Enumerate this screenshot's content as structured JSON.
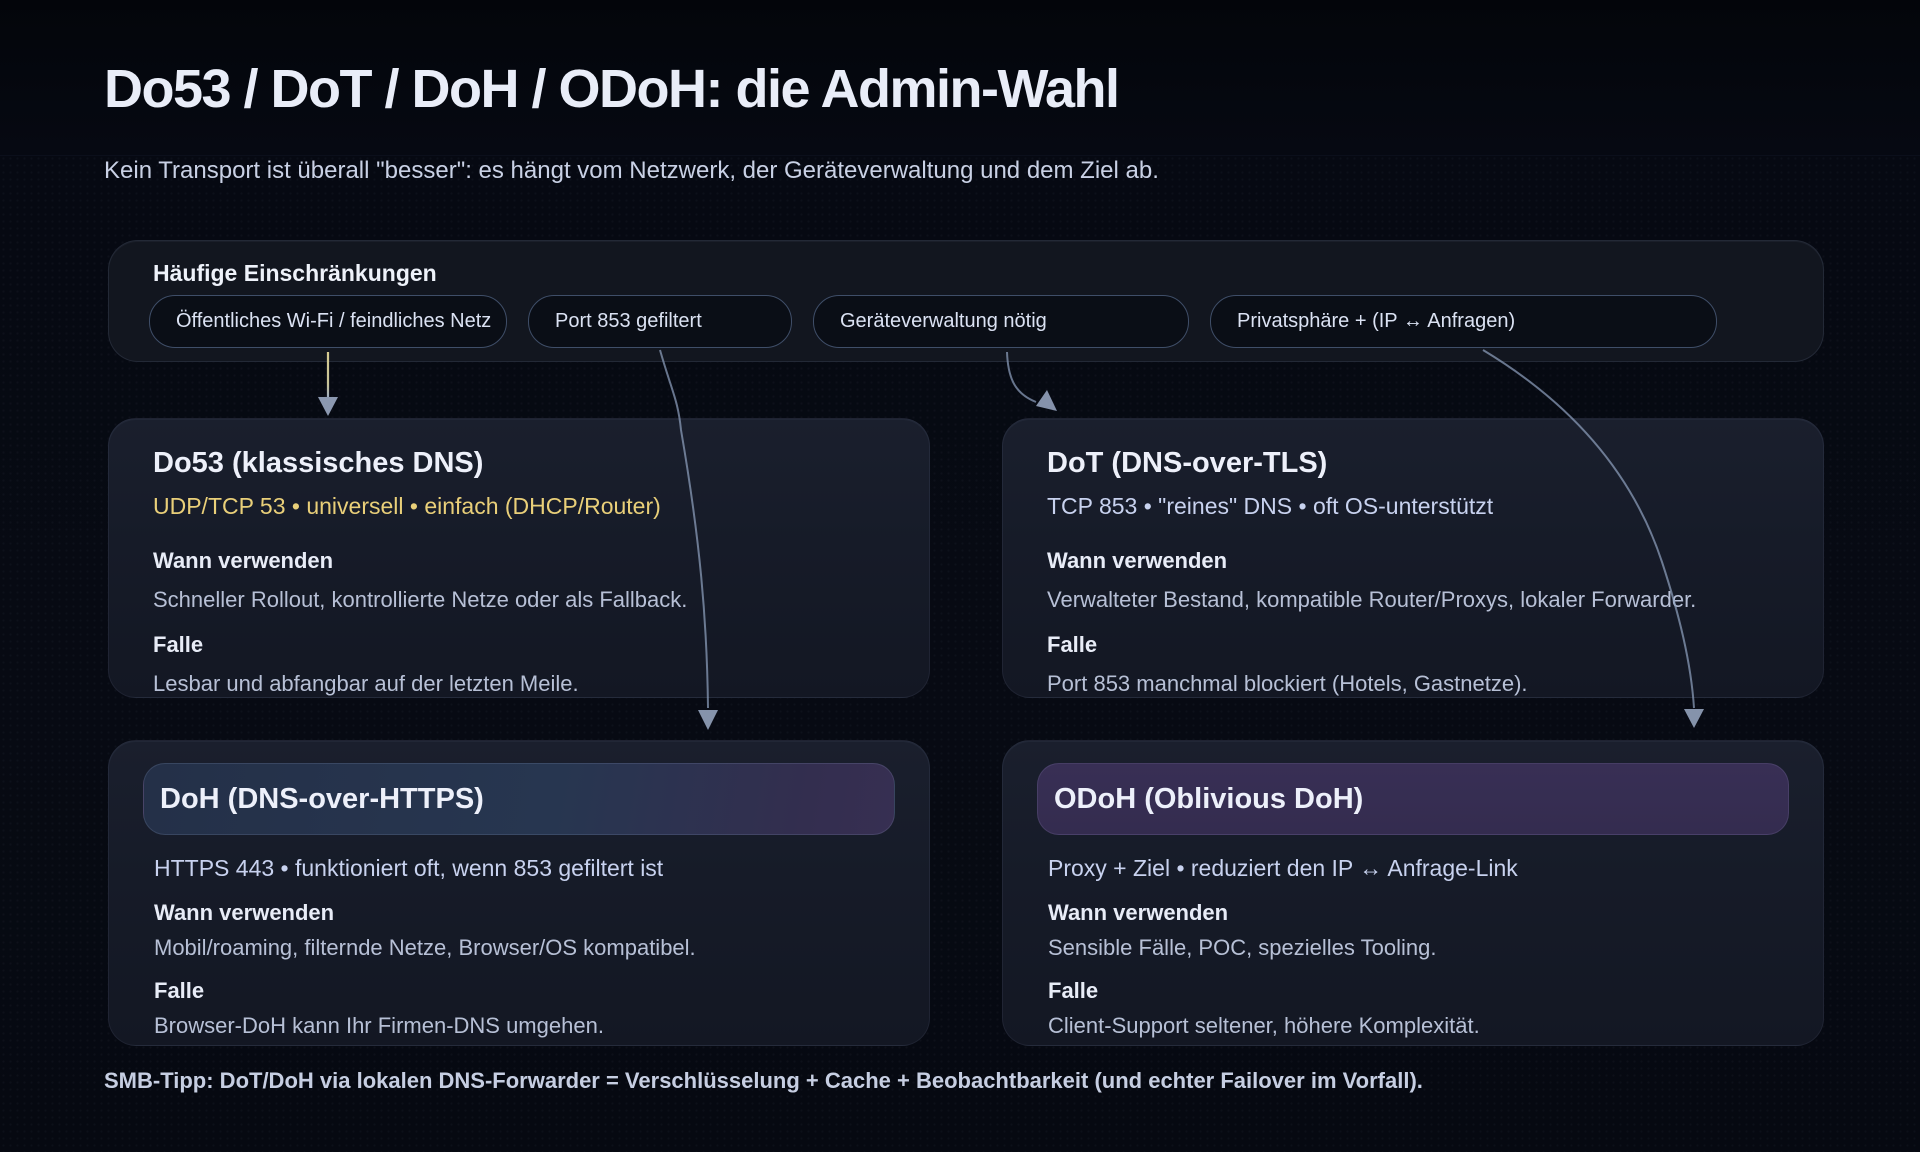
{
  "page": {
    "title": "Do53 / DoT / DoH / ODoH: die Admin-Wahl",
    "subtitle": "Kein Transport ist überall \"besser\": es hängt vom Netzwerk, der Geräteverwaltung und dem Ziel ab.",
    "footer_tip": "SMB-Tipp: DoT/DoH via lokalen DNS-Forwarder = Verschlüsselung + Cache + Beobachtbarkeit (und echter Failover im Vorfall)."
  },
  "constraints": {
    "heading": "Häufige Einschränkungen",
    "pills": [
      {
        "label": "Öffentliches Wi-Fi / feindliches Netz"
      },
      {
        "label": "Port 853 gefiltert"
      },
      {
        "label": "Geräteverwaltung nötig"
      },
      {
        "label": "Privatsphäre + (IP ↔ Anfragen)"
      }
    ]
  },
  "cards": [
    {
      "id": "do53",
      "title": "Do53 (klassisches DNS)",
      "meta": "UDP/TCP 53 • universell • einfach (DHCP/Router)",
      "when_label": "Wann verwenden",
      "when": "Schneller Rollout, kontrollierte Netze oder als Fallback.",
      "pitfall_label": "Falle",
      "pitfall": "Lesbar und abfangbar auf der letzten Meile."
    },
    {
      "id": "dot",
      "title": "DoT (DNS-over-TLS)",
      "meta": "TCP 853 • \"reines\" DNS • oft OS-unterstützt",
      "when_label": "Wann verwenden",
      "when": "Verwalteter Bestand, kompatible Router/Proxys, lokaler Forwarder.",
      "pitfall_label": "Falle",
      "pitfall": "Port 853 manchmal blockiert (Hotels, Gastnetze)."
    },
    {
      "id": "doh",
      "title": "DoH (DNS-over-HTTPS)",
      "meta": "HTTPS 443 • funktioniert oft, wenn 853 gefiltert ist",
      "when_label": "Wann verwenden",
      "when": "Mobil/roaming, filternde Netze, Browser/OS kompatibel.",
      "pitfall_label": "Falle",
      "pitfall": "Browser-DoH kann Ihr Firmen-DNS umgehen."
    },
    {
      "id": "odoh",
      "title": "ODoH (Oblivious DoH)",
      "meta": "Proxy + Ziel • reduziert den IP ↔ Anfrage-Link",
      "when_label": "Wann verwenden",
      "when": "Sensible Fälle, POC, spezielles Tooling.",
      "pitfall_label": "Falle",
      "pitfall": "Client-Support seltener, höhere Komplexität."
    }
  ],
  "colors": {
    "background": "#070a13",
    "card_background": "#171c29",
    "panel_background": "#12161f",
    "pill_border": "#3f4e68",
    "accent_do53": "#e9cf79",
    "accent_meta": "#c8d2ef",
    "heading_text": "#e9edf8",
    "body_text": "#b7c0d6",
    "arrow_line": "#8da0bd",
    "arrow_line_yellow": "#d6cb90",
    "doh_header_gradient_left": "#243048",
    "doh_header_gradient_right": "#372f52",
    "odoh_header": "#342c4f"
  }
}
